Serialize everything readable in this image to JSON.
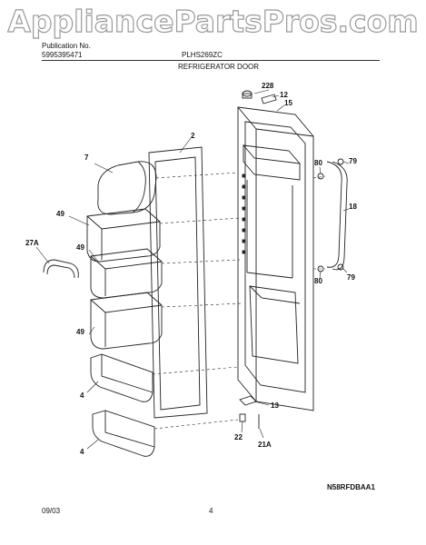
{
  "watermark": "AppliancePartsPros.com",
  "header": {
    "publication_label": "Publication No.",
    "publication_number": "5995395471",
    "model": "PLHS269ZC",
    "section_title": "REFRIGERATOR DOOR"
  },
  "callouts": {
    "c228": "228",
    "c12": "12",
    "c15": "15",
    "c2": "2",
    "c7": "7",
    "c80a": "80",
    "c79a": "79",
    "c49a": "49",
    "c18": "18",
    "c27A": "27A",
    "c49b": "49",
    "c79b": "79",
    "c80b": "80",
    "c49c": "49",
    "c4a": "4",
    "c13": "13",
    "c22": "22",
    "c21A": "21A",
    "c4b": "4"
  },
  "footer": {
    "diagram_code": "N58RFDBAA1",
    "date": "09/03",
    "page": "4"
  }
}
